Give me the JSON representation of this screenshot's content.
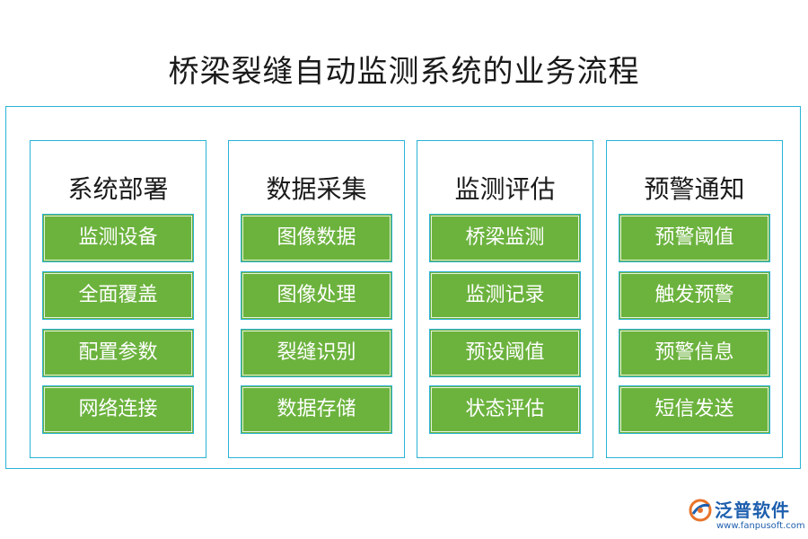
{
  "title": "桥梁裂缝自动监测系统的业务流程",
  "columns": [
    {
      "title": "系统部署",
      "items": [
        "监测设备",
        "全面覆盖",
        "配置参数",
        "网络连接"
      ]
    },
    {
      "title": "数据采集",
      "items": [
        "图像数据",
        "图像处理",
        "裂缝识别",
        "数据存储"
      ]
    },
    {
      "title": "监测评估",
      "items": [
        "桥梁监测",
        "监测记录",
        "预设阈值",
        "状态评估"
      ]
    },
    {
      "title": "预警通知",
      "items": [
        "预警阈值",
        "触发预警",
        "预警信息",
        "短信发送"
      ]
    }
  ],
  "logo": {
    "name": "泛普软件",
    "url": "www.fanpusoft.com",
    "icon": "fanpu-logo-icon"
  },
  "colors": {
    "border": "#2ab3d6",
    "box": "#6cb33e",
    "brand": "#1e5fae"
  }
}
